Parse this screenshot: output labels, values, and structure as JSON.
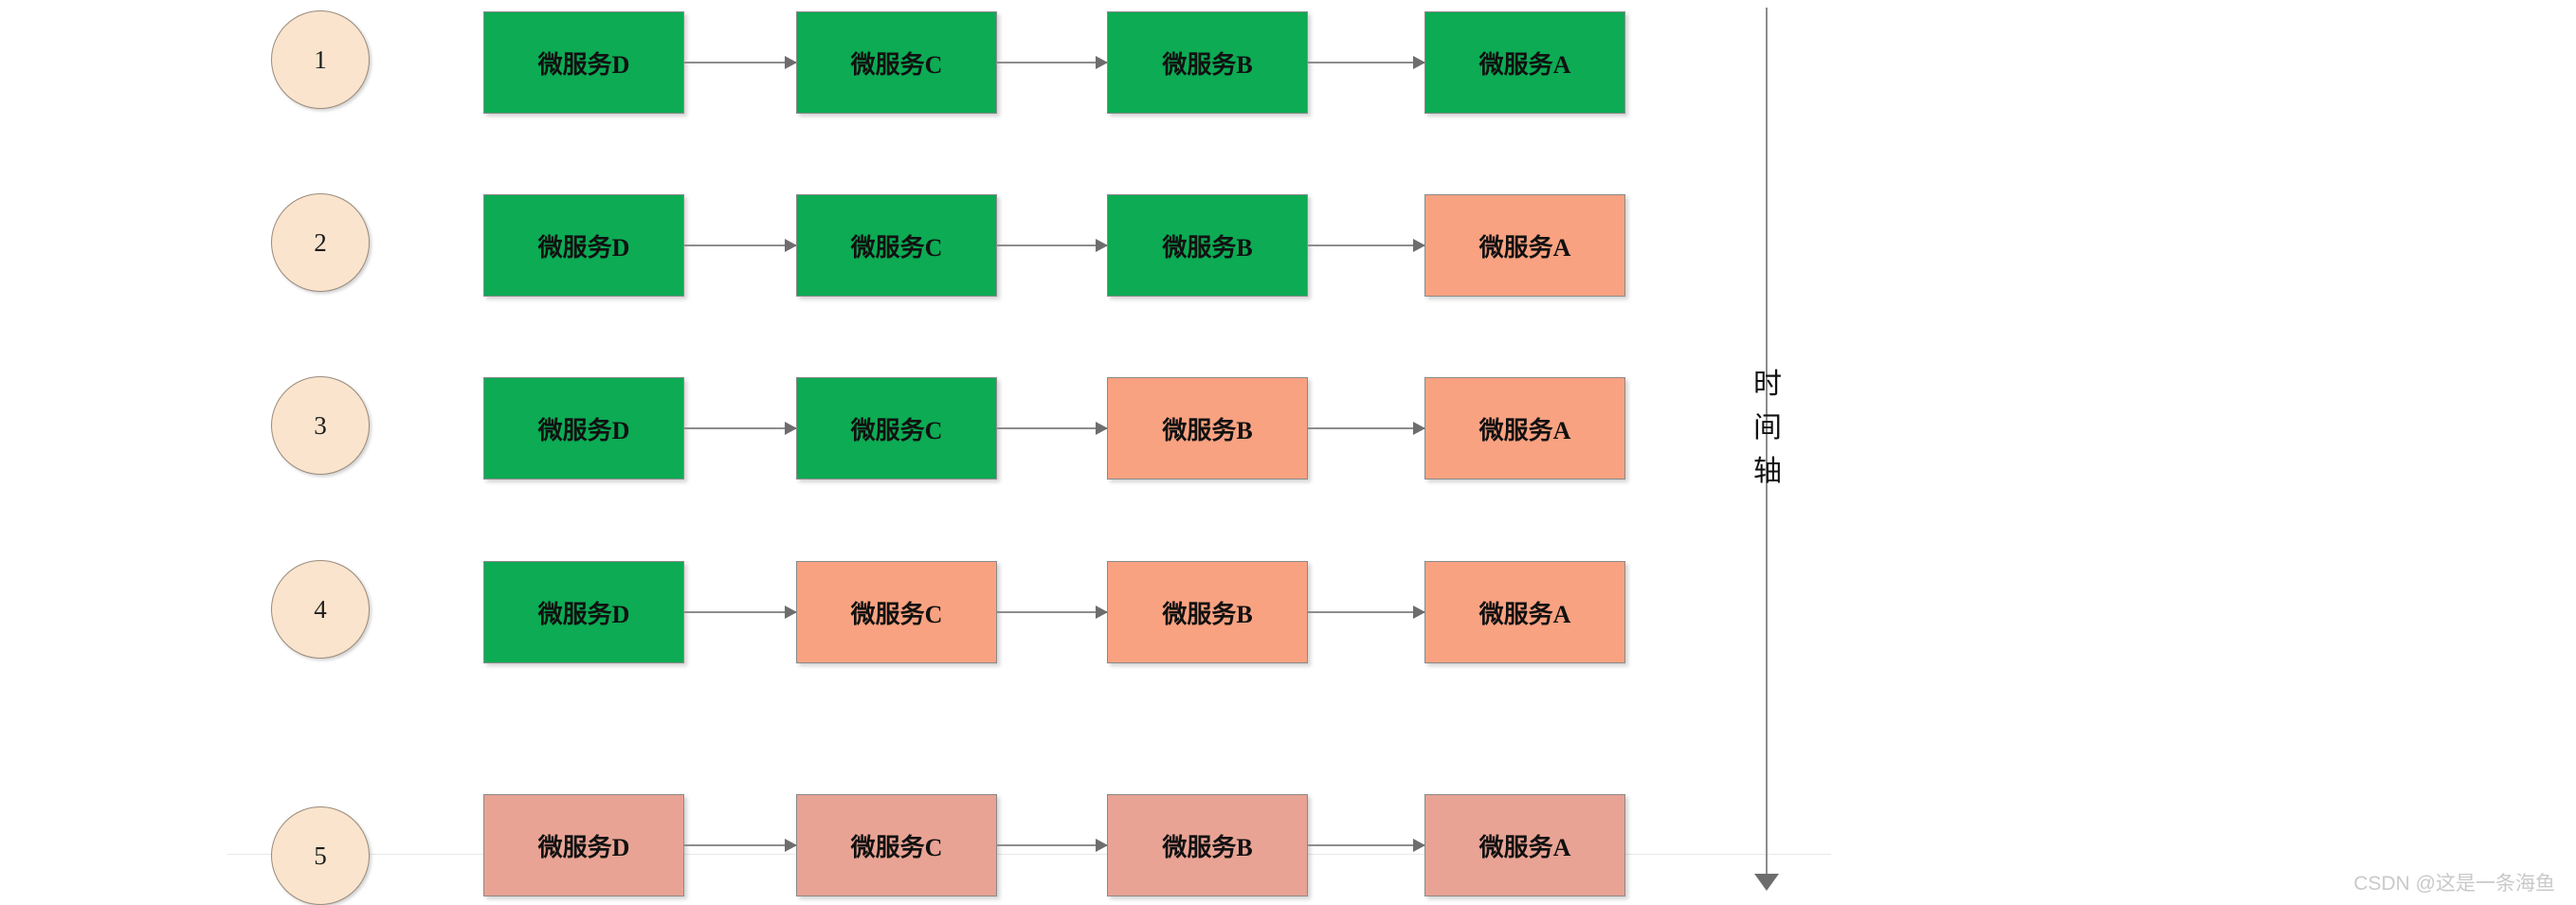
{
  "diagram": {
    "title": "microservice-call-chain-timeline",
    "timeline": {
      "label_chars": [
        "时",
        "间",
        "轴"
      ],
      "label_text": "时间轴"
    },
    "watermark": "CSDN @这是一条海鱼",
    "colors": {
      "green": "#0cab54",
      "orange": "#f9a281",
      "muted": "#e8a394",
      "circle_fill": "#fae4cd",
      "circle_border": "#9a8b7c",
      "box_border": "#8a8a8a",
      "arrow": "#8d8d8d",
      "baseline": "#e8e8e8",
      "watermark": "#c9c9c9"
    },
    "rows": [
      {
        "step": "1",
        "nodes": [
          {
            "label": "微服务D",
            "state": "green"
          },
          {
            "label": "微服务C",
            "state": "green"
          },
          {
            "label": "微服务B",
            "state": "green"
          },
          {
            "label": "微服务A",
            "state": "green"
          }
        ]
      },
      {
        "step": "2",
        "nodes": [
          {
            "label": "微服务D",
            "state": "green"
          },
          {
            "label": "微服务C",
            "state": "green"
          },
          {
            "label": "微服务B",
            "state": "green"
          },
          {
            "label": "微服务A",
            "state": "orange"
          }
        ]
      },
      {
        "step": "3",
        "nodes": [
          {
            "label": "微服务D",
            "state": "green"
          },
          {
            "label": "微服务C",
            "state": "green"
          },
          {
            "label": "微服务B",
            "state": "orange"
          },
          {
            "label": "微服务A",
            "state": "orange"
          }
        ]
      },
      {
        "step": "4",
        "nodes": [
          {
            "label": "微服务D",
            "state": "green"
          },
          {
            "label": "微服务C",
            "state": "orange"
          },
          {
            "label": "微服务B",
            "state": "orange"
          },
          {
            "label": "微服务A",
            "state": "orange"
          }
        ]
      },
      {
        "step": "5",
        "nodes": [
          {
            "label": "微服务D",
            "state": "muted"
          },
          {
            "label": "微服务C",
            "state": "muted"
          },
          {
            "label": "微服务B",
            "state": "muted"
          },
          {
            "label": "微服务A",
            "state": "muted"
          }
        ]
      }
    ]
  }
}
